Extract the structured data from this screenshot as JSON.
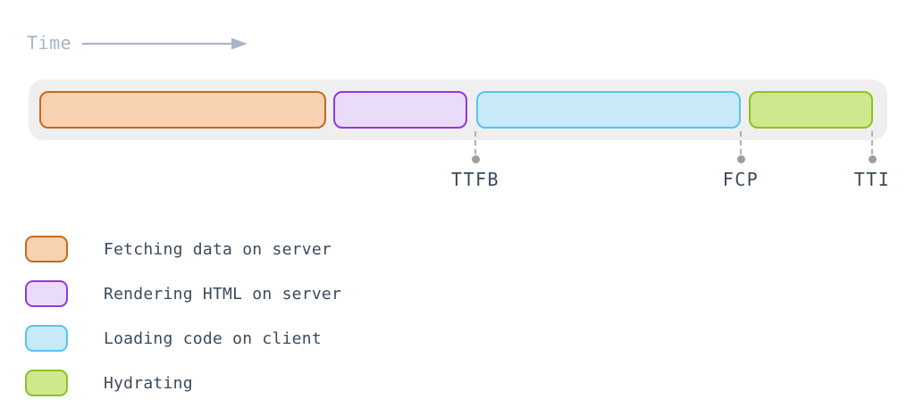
{
  "time_axis": {
    "label": "Time",
    "arrow_icon": "right-arrow-icon",
    "color": "#a9b5c7"
  },
  "timeline": {
    "track_color": "#f0eff0",
    "phases": [
      {
        "name": "fetching-data-on-server",
        "label": "Fetching data on server",
        "fill": "#f8d1b0",
        "border": "#c56a1e"
      },
      {
        "name": "rendering-html-on-server",
        "label": "Rendering HTML on server",
        "fill": "#eadcf9",
        "border": "#9137e1"
      },
      {
        "name": "loading-code-on-client",
        "label": "Loading code on client",
        "fill": "#c7e9f8",
        "border": "#55c4ee"
      },
      {
        "name": "hydrating",
        "label": "Hydrating",
        "fill": "#cce98e",
        "border": "#8bc31f"
      }
    ],
    "markers": [
      {
        "label": "TTFB",
        "at": "start of loading code on client"
      },
      {
        "label": "FCP",
        "at": "end of loading code on client"
      },
      {
        "label": "TTI",
        "at": "end of hydrating"
      }
    ],
    "marker_color": "#9f9f9f",
    "label_color": "#3b4a5c"
  },
  "legend": {
    "items": [
      {
        "label": "Fetching data on server"
      },
      {
        "label": "Rendering HTML on server"
      },
      {
        "label": "Loading code on client"
      },
      {
        "label": "Hydrating"
      }
    ]
  }
}
